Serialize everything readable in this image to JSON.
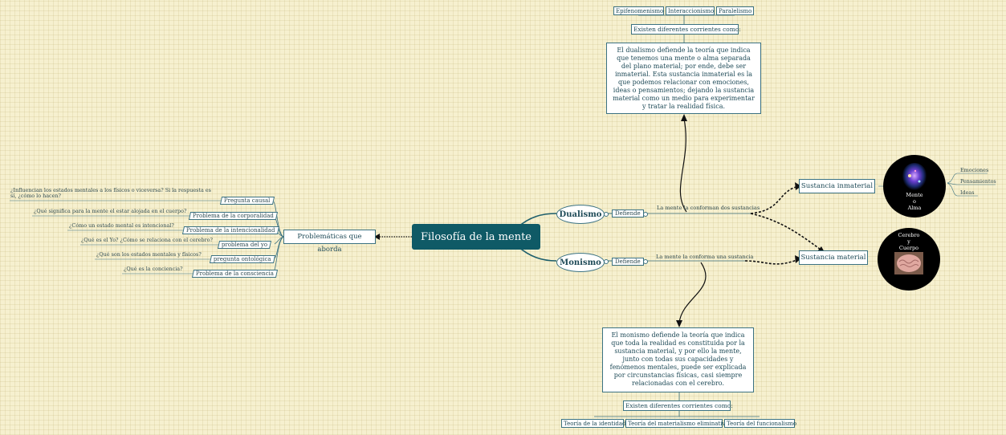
{
  "central": "Filosofía de la mente",
  "branches": {
    "dualismo": "Dualismo",
    "monismo": "Monismo",
    "dualismo_link": "Defiende",
    "monismo_link": "Defiende",
    "dualismo_rel": "La mente la conforman dos sustancias",
    "monismo_rel": "La mente la conforma una sustancia"
  },
  "dualismo_desc": "El dualismo defiende la teoría que indica que tenemos una mente o alma separada del plano material; por ende, debe ser inmaterial. Esta sustancia inmaterial es la que podemos relacionar con emociones, ideas o pensamientos; dejando la sustancia material como un medio para experimentar y tratar la realidad física.",
  "dualismo_corrientes_label": "Existen diferentes corrientes como:",
  "dualismo_corrientes": [
    "Epifenomenismo",
    "Interaccionismo",
    "Paralelismo"
  ],
  "monismo_desc": "El monismo defiende la teoría que indica que toda la realidad es constituida por la sustancia material, y por ello la mente, junto con todas sus capacidades y fenómenos mentales, puede ser explicada por circunstancias físicas, casi siempre relacionadas con el cerebro.",
  "monismo_corrientes_label": "Existen diferentes corrientes como:",
  "monismo_corrientes": [
    "Teoría de la identidad",
    "Teoría del materialismo eliminativo",
    "Teoría del funcionalismo"
  ],
  "sustancia_inmaterial": "Sustancia inmaterial",
  "sustancia_material": "Sustancia material",
  "mente_alma": [
    "Mente",
    "o",
    "Alma"
  ],
  "cerebro_cuerpo": [
    "Cerebro",
    "y",
    "Cuerpo"
  ],
  "inmaterial_items": [
    "Emociones",
    "Pensamientos",
    "Ideas"
  ],
  "problematicas_label": "Problemáticas que aborda",
  "problemas": [
    {
      "name": "Pregunta causal",
      "q": "¿Influencian los estados mentales a los físicos o viceversa? Si la respuesta es sí, ¿cómo lo hacen?"
    },
    {
      "name": "Problema de la corporalidad",
      "q": "¿Qué significa para la mente el estar alojada en el cuerpo?"
    },
    {
      "name": "Problema de la intencionalidad",
      "q": "¿Cómo un estado mental es intencional?"
    },
    {
      "name": "problema del yo",
      "q": "¿Qué es el Yo? ¿Cómo se relaciona con el cerebro?"
    },
    {
      "name": "pregunta ontológica",
      "q": "¿Qué son los estados mentales y físicos?"
    },
    {
      "name": "Problema de la consciencia",
      "q": "¿Qué es la conciencia?"
    }
  ]
}
